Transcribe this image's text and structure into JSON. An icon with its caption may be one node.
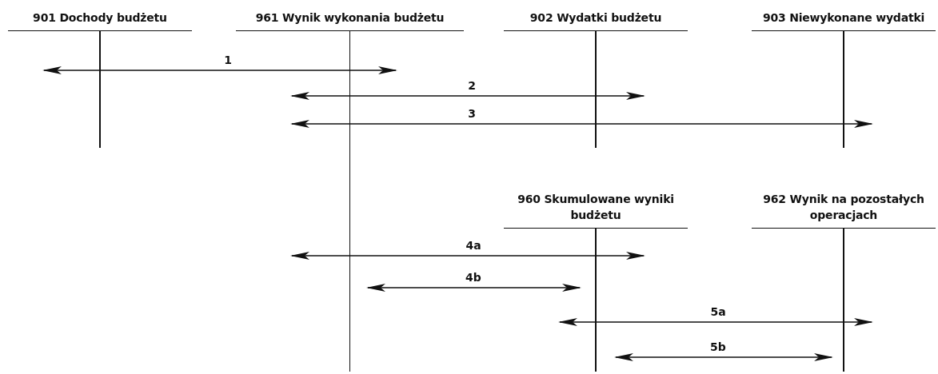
{
  "diagram": {
    "nodes": [
      {
        "text": [
          "901 Dochody budżetu"
        ]
      },
      {
        "text": [
          "961 Wynik wykonania budżetu"
        ]
      },
      {
        "text": [
          "902 Wydatki budżetu"
        ]
      },
      {
        "text": [
          "903 Niewykonane wydatki"
        ]
      },
      {
        "text": [
          "960 Skumulowane wyniki budżetu"
        ]
      },
      {
        "text": [
          "962 Wynik na pozostałych operacjach"
        ]
      }
    ],
    "edges": [
      {
        "from": 0,
        "to": 1,
        "arrow": "both",
        "label": "1"
      },
      {
        "from": 1,
        "to": 2,
        "arrow": "both",
        "label": "2"
      },
      {
        "from": 1,
        "to": 3,
        "arrow": "both",
        "label": "3"
      },
      {
        "from": 1,
        "to": 4,
        "arrow": "both",
        "label": "4a"
      },
      {
        "from": 1,
        "to": 4,
        "arrow": "both",
        "label": "4b"
      },
      {
        "from": 4,
        "to": 5,
        "arrow": "both",
        "label": "5a"
      },
      {
        "from": 4,
        "to": 5,
        "arrow": "both",
        "label": "5b"
      }
    ]
  }
}
